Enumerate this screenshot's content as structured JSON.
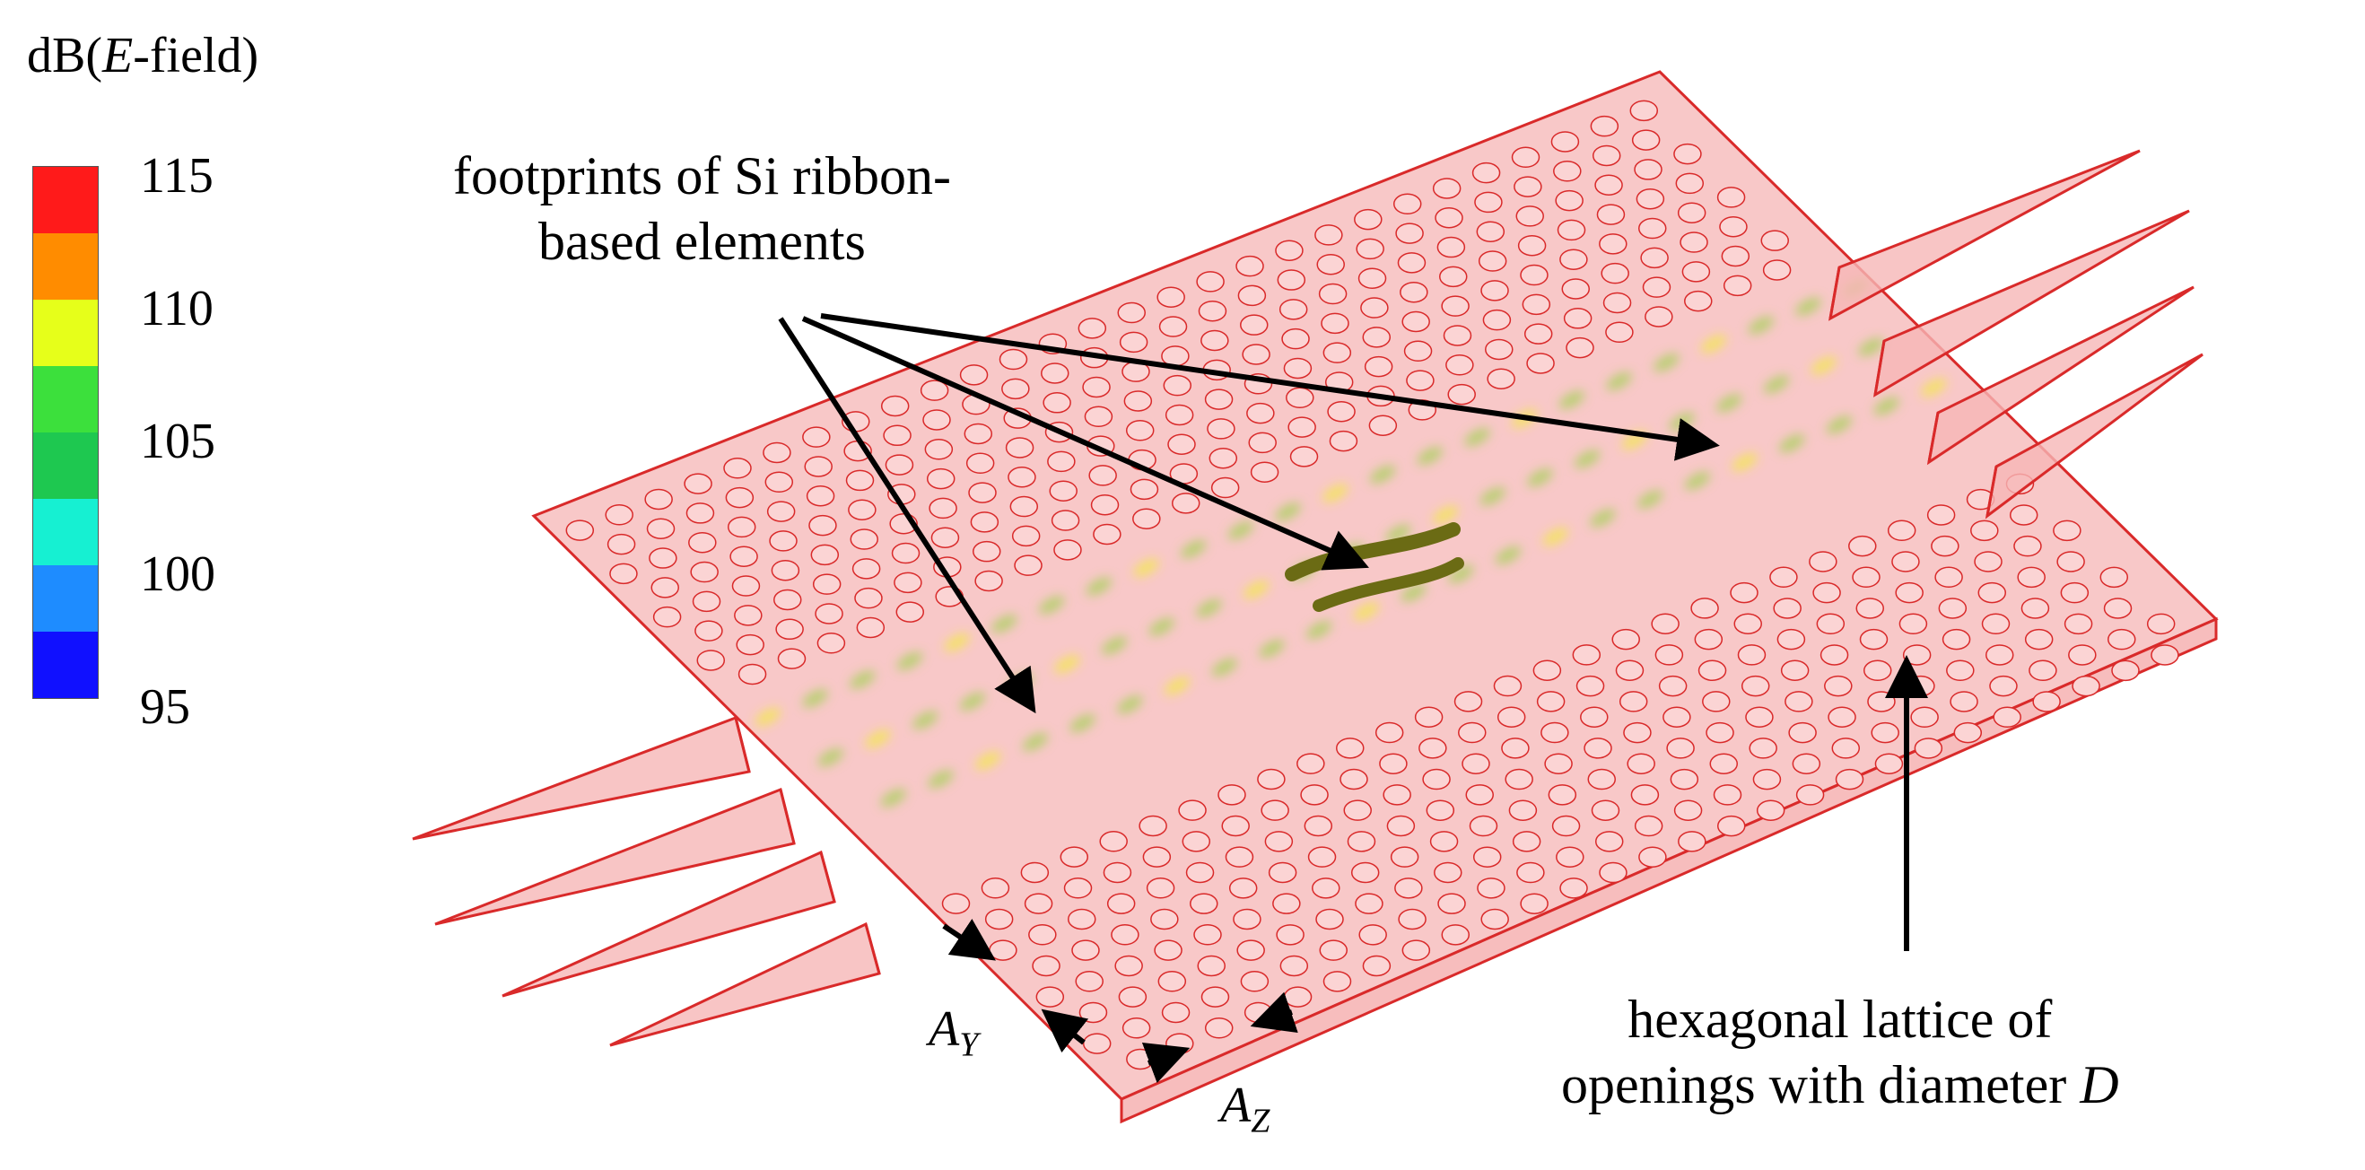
{
  "colorbar": {
    "title_prefix": "dB(",
    "title_var": "E",
    "title_suffix": "-field)",
    "ticks": [
      "115",
      "110",
      "105",
      "100",
      "95"
    ],
    "colors": [
      "#ff1a1a",
      "#ff8c00",
      "#e6ff1a",
      "#3ce03c",
      "#1ec850",
      "#16f0d2",
      "#1e8cff",
      "#1010ff"
    ]
  },
  "annotations": {
    "footprints_line1": "footprints of Si ribbon-",
    "footprints_line2": "based elements",
    "lattice_line1": "hexagonal lattice of",
    "lattice_line2_prefix": "openings with diameter ",
    "lattice_line2_var": "D"
  },
  "dimensions": {
    "ay_main": "A",
    "ay_sub": "Y",
    "az_main": "A",
    "az_sub": "Z"
  },
  "style": {
    "slab_fill": "#f6b6b6",
    "edge": "#d92a2a",
    "hole_fill": "#fbd4d4",
    "field_green": "#9ad34a",
    "field_yellow": "#f2ee3a",
    "ribbon": "#6b6b14"
  }
}
